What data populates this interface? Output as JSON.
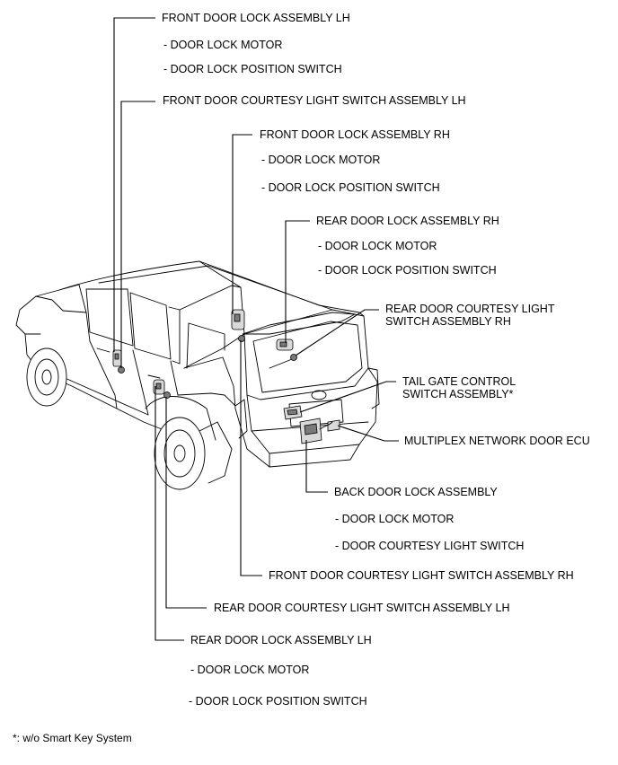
{
  "labels": {
    "front_lock_lh": "FRONT DOOR LOCK ASSEMBLY LH",
    "front_lock_lh_motor": "- DOOR LOCK MOTOR",
    "front_lock_lh_switch": "- DOOR LOCK POSITION SWITCH",
    "front_courtesy_lh": "FRONT DOOR COURTESY LIGHT SWITCH ASSEMBLY LH",
    "front_lock_rh": "FRONT DOOR LOCK ASSEMBLY RH",
    "front_lock_rh_motor": "- DOOR LOCK MOTOR",
    "front_lock_rh_switch": "- DOOR LOCK POSITION SWITCH",
    "rear_lock_rh": "REAR DOOR LOCK ASSEMBLY RH",
    "rear_lock_rh_motor": "- DOOR LOCK MOTOR",
    "rear_lock_rh_switch": "- DOOR LOCK POSITION SWITCH",
    "rear_courtesy_rh_line1": "REAR DOOR COURTESY LIGHT",
    "rear_courtesy_rh_line2": "SWITCH ASSEMBLY RH",
    "tailgate_switch_line1": "TAIL GATE CONTROL",
    "tailgate_switch_line2": "SWITCH ASSEMBLY*",
    "multiplex_ecu": "MULTIPLEX NETWORK DOOR ECU",
    "back_door_lock": "BACK DOOR LOCK ASSEMBLY",
    "back_door_lock_motor": "- DOOR LOCK MOTOR",
    "back_door_courtesy_switch": "- DOOR COURTESY LIGHT SWITCH",
    "front_courtesy_rh": "FRONT DOOR COURTESY LIGHT SWITCH ASSEMBLY RH",
    "rear_courtesy_lh": "REAR DOOR COURTESY LIGHT SWITCH ASSEMBLY LH",
    "rear_lock_lh": "REAR DOOR LOCK ASSEMBLY LH",
    "rear_lock_lh_motor": "- DOOR LOCK MOTOR",
    "rear_lock_lh_switch": "- DOOR LOCK POSITION SWITCH"
  },
  "footnote": "*: w/o Smart Key System"
}
